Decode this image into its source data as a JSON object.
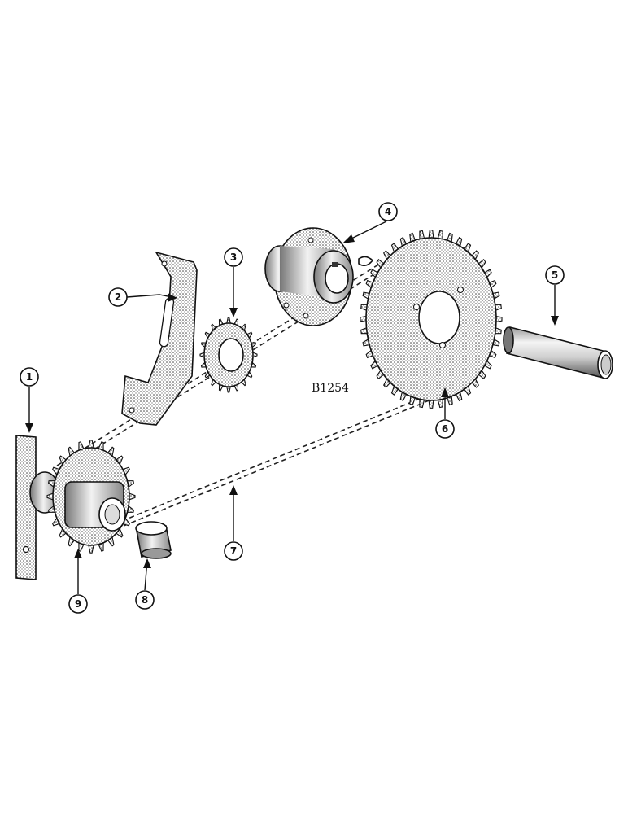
{
  "drawing_code": "B1254",
  "callouts": [
    {
      "label": "1"
    },
    {
      "label": "2"
    },
    {
      "label": "3"
    },
    {
      "label": "4"
    },
    {
      "label": "5"
    },
    {
      "label": "6"
    },
    {
      "label": "7"
    },
    {
      "label": "8"
    },
    {
      "label": "9"
    }
  ]
}
